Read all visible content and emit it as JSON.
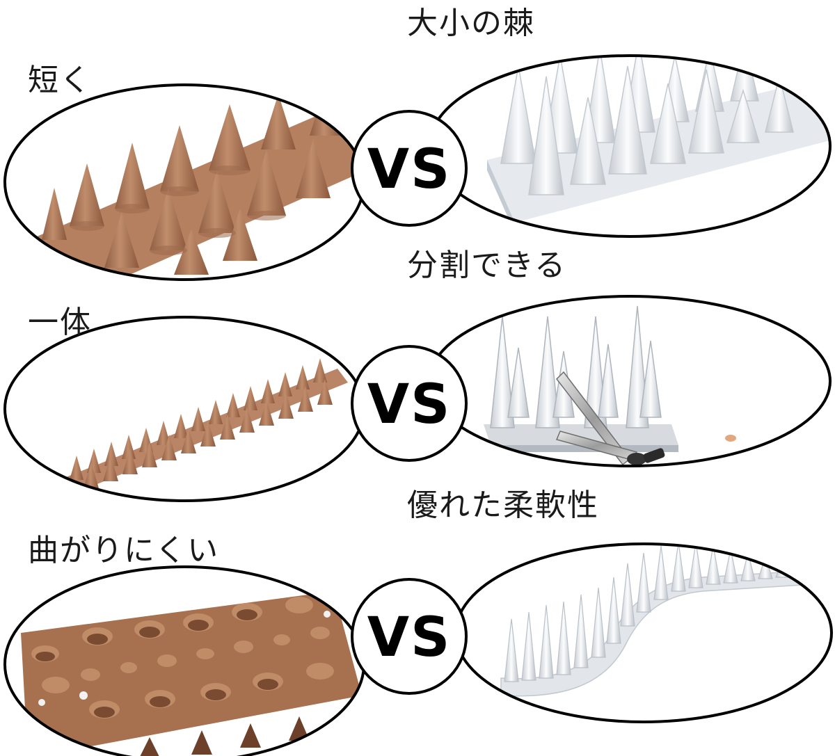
{
  "labels": {
    "left_top": "短く",
    "right_top": "大小の棘",
    "left_middle": "一体",
    "right_middle": "分割できる",
    "left_bottom": "曲がりにくい",
    "right_bottom": "優れた柔軟性"
  },
  "vs_label": "VS",
  "colors": {
    "brown_spike": "#b07a5a",
    "brown_dark": "#8a5a3e",
    "clear_spike": "#eceff2",
    "clear_edge": "#c9cfd6",
    "outline": "#000000"
  },
  "icons": {
    "product_brown": "brown-bird-spike-strip",
    "product_clear": "clear-bird-spike-strip",
    "tool": "scissors-icon"
  }
}
